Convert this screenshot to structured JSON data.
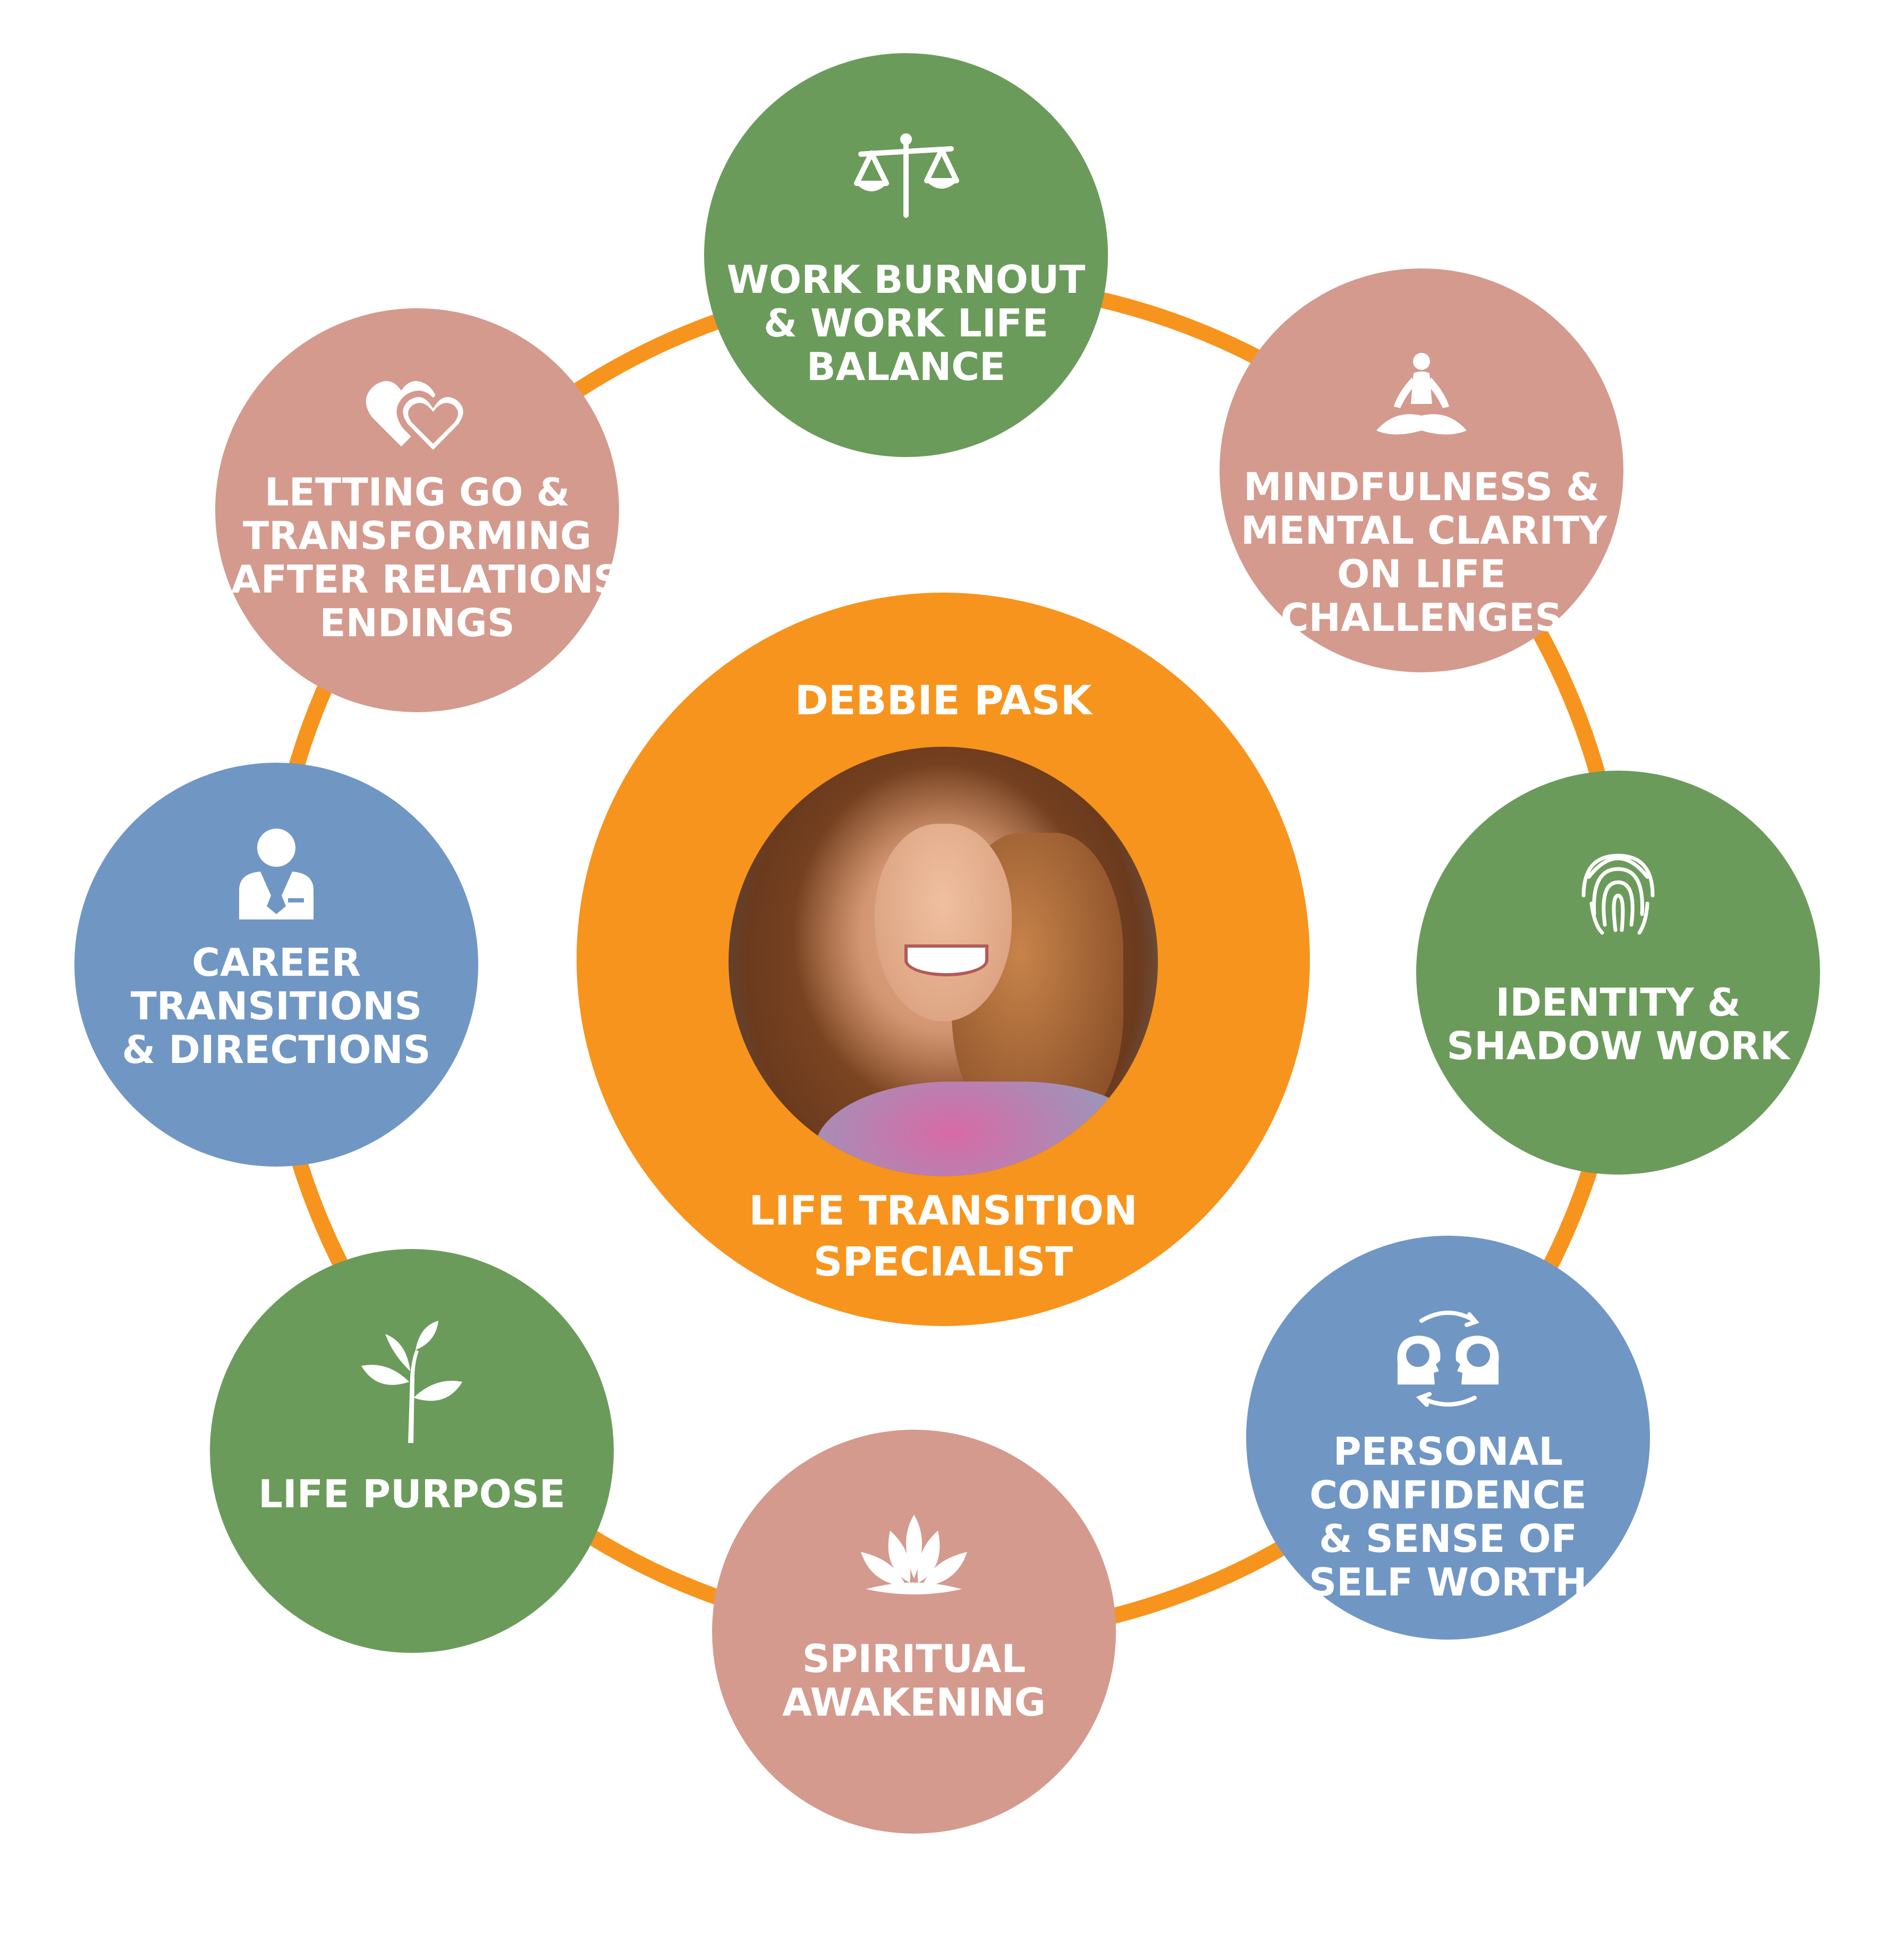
{
  "center": {
    "name": "DEBBIE PASK",
    "role_line1": "LIFE TRANSITION",
    "role_line2": "SPECIALIST"
  },
  "nodes": {
    "work": {
      "lines": [
        "WORK BURNOUT",
        "& WORK LIFE",
        "BALANCE"
      ],
      "icon": "scales-icon",
      "color": "#6b9b5a"
    },
    "mindfulness": {
      "lines": [
        "MINDFULNESS &",
        "MENTAL CLARITY",
        "ON LIFE",
        "CHALLENGES"
      ],
      "icon": "meditation-icon",
      "color": "#d49a8e"
    },
    "identity": {
      "lines": [
        "IDENTITY &",
        "SHADOW WORK"
      ],
      "icon": "fingerprint-icon",
      "color": "#6b9b5a"
    },
    "confidence": {
      "lines": [
        "PERSONAL",
        "CONFIDENCE",
        "& SENSE OF",
        "SELF WORTH"
      ],
      "icon": "heads-exchange-icon",
      "color": "#7096c4"
    },
    "spiritual": {
      "lines": [
        "SPIRITUAL",
        "AWAKENING"
      ],
      "icon": "lotus-icon",
      "color": "#d49a8e"
    },
    "purpose": {
      "lines": [
        "LIFE PURPOSE"
      ],
      "icon": "sprout-icon",
      "color": "#6b9b5a"
    },
    "career": {
      "lines": [
        "CAREER",
        "TRANSITIONS",
        "& DIRECTIONS"
      ],
      "icon": "businessman-icon",
      "color": "#7096c4"
    },
    "letting_go": {
      "lines": [
        "LETTING GO &",
        "TRANSFORMING",
        "AFTER RELATIONSHIP",
        "ENDINGS"
      ],
      "icon": "hearts-icon",
      "color": "#d49a8e"
    }
  },
  "colors": {
    "ring": "#f7941d",
    "green": "#6b9b5a",
    "rose": "#d49a8e",
    "blue": "#7096c4"
  }
}
